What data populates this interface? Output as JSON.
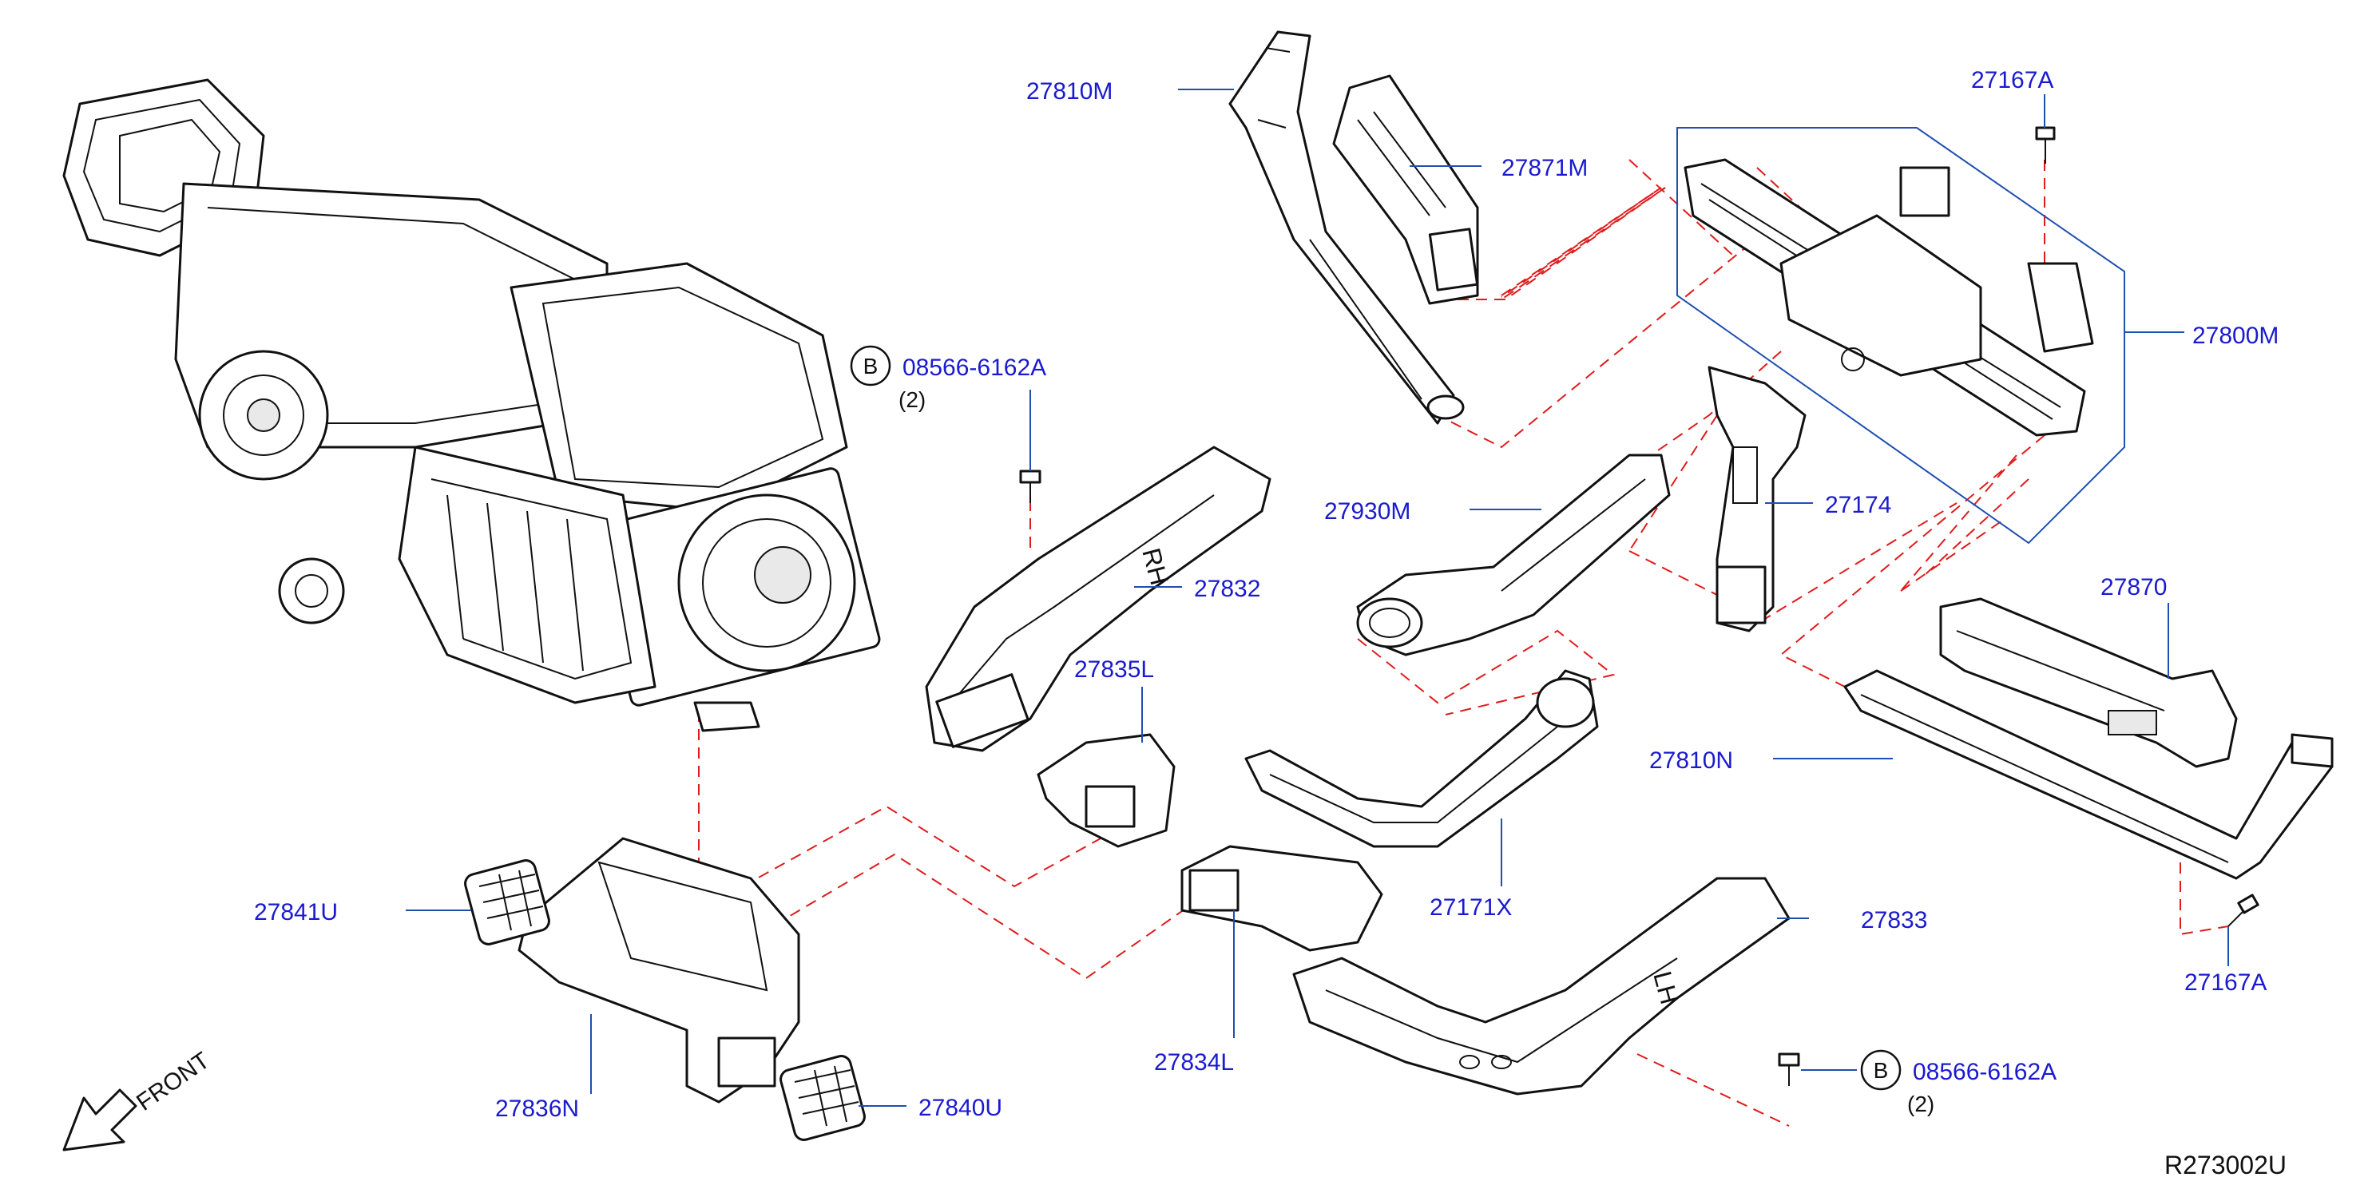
{
  "colors": {
    "label": "#1a1ad0",
    "leader": "#1f4fb0",
    "dash": "#e01b1b",
    "line": "#111111"
  },
  "parts": {
    "p27810M": "27810M",
    "p27871M": "27871M",
    "p27167A_top": "27167A",
    "p27800M": "27800M",
    "p08566_top": "08566-6162A",
    "p08566_top_qty": "(2)",
    "p27930M": "27930M",
    "p27174": "27174",
    "p27870": "27870",
    "p27832": "27832",
    "p27835L": "27835L",
    "p27810N": "27810N",
    "p27841U": "27841U",
    "p27171X": "27171X",
    "p27833": "27833",
    "p27167A_bottom": "27167A",
    "p27834L": "27834L",
    "p08566_bottom": "08566-6162A",
    "p08566_bottom_qty": "(2)",
    "p27836N": "27836N",
    "p27840U": "27840U"
  },
  "badges": {
    "b_top": "B",
    "b_bottom": "B"
  },
  "stamps": {
    "rh": "RH",
    "lh": "LH"
  },
  "front": "FRONT",
  "reference": "R273002U"
}
